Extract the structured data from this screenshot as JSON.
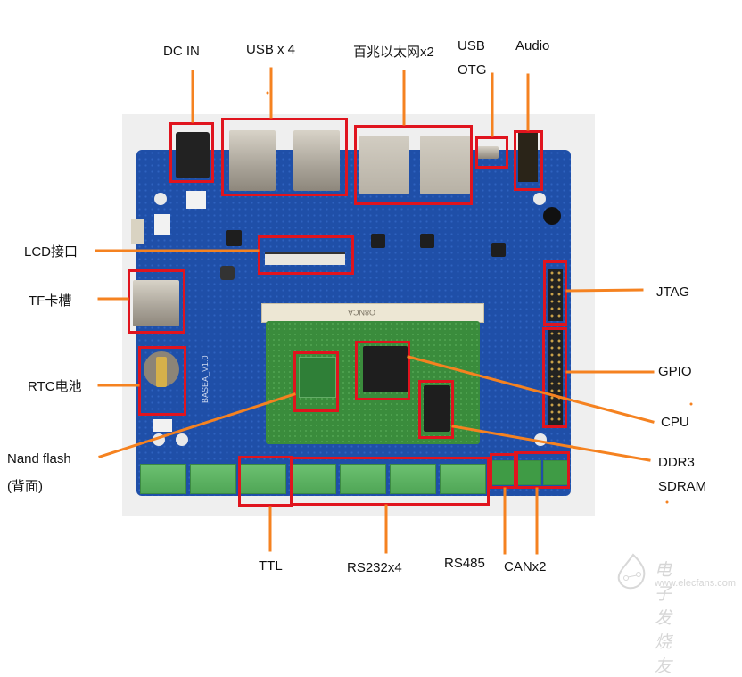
{
  "figure": {
    "title": "Development board interface layout",
    "callout_color": "#f58220",
    "highlight_color": "#e0141e"
  },
  "labels": {
    "dc_in": "DC IN",
    "usb": "USB x 4",
    "ethernet": "百兆以太网x2",
    "usb_otg_line1": "USB",
    "usb_otg_line2": "OTG",
    "audio": "Audio",
    "lcd": "LCD接口",
    "tf": "TF卡槽",
    "rtc": "RTC电池",
    "nand_line1": "Nand flash",
    "nand_line2": "(背面)",
    "jtag": "JTAG",
    "gpio": "GPIO",
    "cpu": "CPU",
    "ddr_line1": "DDR3",
    "ddr_line2": "SDRAM",
    "ttl": "TTL",
    "rs232": "RS232x4",
    "rs485": "RS485",
    "can": "CANx2"
  },
  "board_markings": {
    "socket_text": "O8NCA",
    "board_name": "BASEA_V1.0"
  },
  "watermark": {
    "title": "电子发烧友",
    "url": "www.elecfans.com"
  }
}
